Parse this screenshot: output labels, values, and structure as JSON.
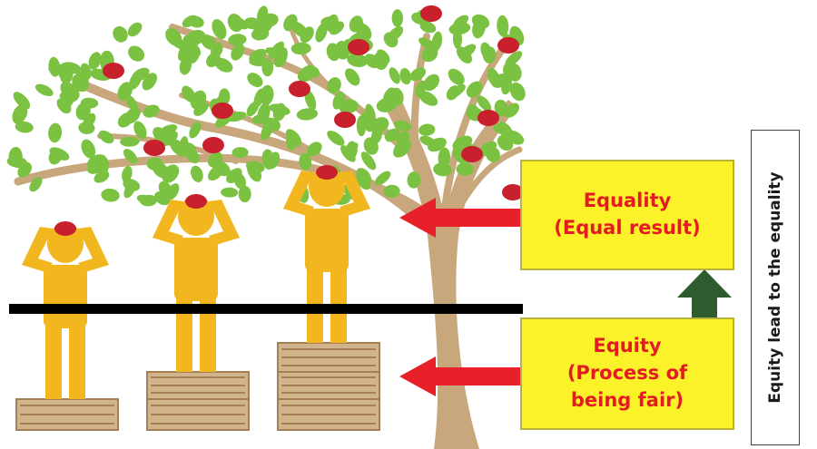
{
  "equality_box": {
    "line1": "Equality",
    "line2": "(Equal result)"
  },
  "equity_box": {
    "line1": "Equity",
    "line2": "(Process of",
    "line3": "being fair)"
  },
  "side_label": "Equity lead to the equality",
  "colors": {
    "box_fill": "#fbf22a",
    "box_text": "#e31b23",
    "arrow_red": "#e8202a",
    "arrow_green": "#2e5c2e",
    "person": "#f2b71f",
    "trunk": "#c9a77c",
    "leaf": "#7cc242",
    "apple": "#c8202c",
    "crate": "#d2b48c",
    "line": "#000000"
  }
}
